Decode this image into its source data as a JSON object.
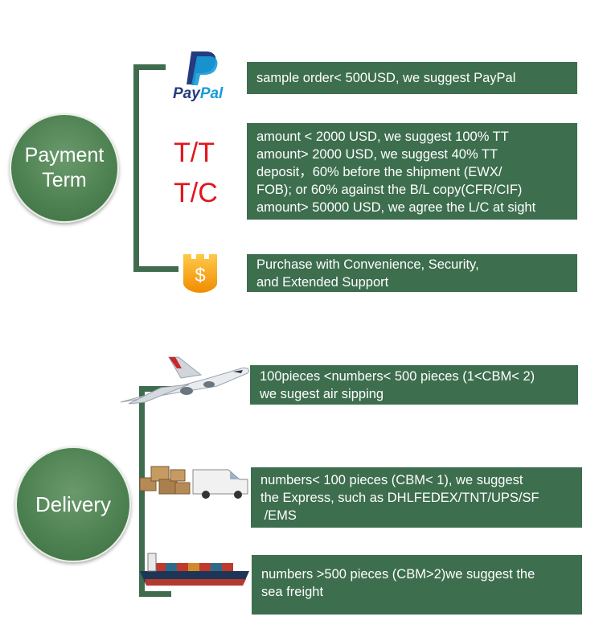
{
  "payment": {
    "title_line1": "Payment",
    "title_line2": "Term",
    "paypal_logo_text_1": "Pay",
    "paypal_logo_text_2": "Pal",
    "tt_line1": "T/T",
    "tt_line2": "T/C",
    "box1": [
      "sample order< 500USD, we suggest PayPal"
    ],
    "box2": [
      "amount < 2000 USD, we suggest 100% TT",
      "amount> 2000 USD, we suggest 40% TT",
      "deposit，60% before the shipment (EWX/",
      "FOB); or 60% against the B/L copy(CFR/CIF)",
      "amount> 50000 USD, we agree the L/C at sight"
    ],
    "box3": [
      "Purchase with Convenience, Security,",
      "and Extended Support"
    ],
    "colors": {
      "green": "#3d6e4e",
      "red": "#e3141b",
      "paypal_dark": "#253b80",
      "paypal_light": "#179bd7",
      "shield": "#f5a623"
    }
  },
  "delivery": {
    "title": "Delivery",
    "box1": [
      "100pieces <numbers< 500 pieces (1<CBM< 2)",
      "we sugest air sipping"
    ],
    "box2": [
      "numbers< 100 pieces (CBM< 1), we suggest",
      "the Express, such as DHLFEDEX/TNT/UPS/SF",
      " /EMS"
    ],
    "box3": [
      "numbers >500 pieces (CBM>2)we suggest the",
      "sea freight"
    ]
  },
  "icons": [
    "paypal-logo-icon",
    "dollar-shield-icon",
    "airplane-icon",
    "delivery-van-icon",
    "cargo-ship-icon"
  ]
}
